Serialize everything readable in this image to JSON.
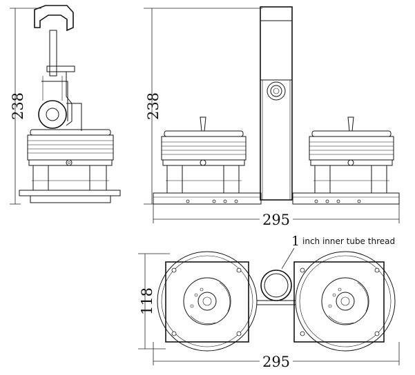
{
  "dimensions": {
    "side_height": "238",
    "front_height": "238",
    "front_width": "295",
    "top_depth": "118",
    "top_width": "295"
  },
  "callout": {
    "number": "1",
    "text": "inch inner tube thread"
  }
}
